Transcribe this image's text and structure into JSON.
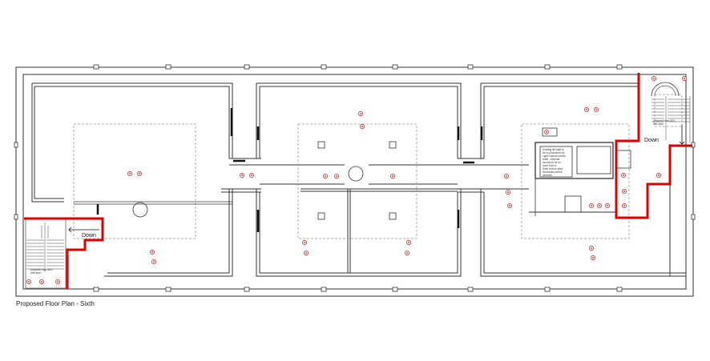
{
  "plan": {
    "caption": "Proposed Floor Plan - Sixth",
    "stair_left_label": "Down",
    "stair_right_label": "Down",
    "stair_left_note_lines": [
      "proposed stair ADU",
      "new stair"
    ],
    "stair_right_note_lines": [
      "proposed stair ADU",
      "new stair"
    ],
    "riser_note_lines": [
      "Existing lift shaft to",
      "be re-purposed into",
      "Light/ natural smoke",
      "shaft - external",
      "louvred to be no",
      "more than a",
      "Sixth of floor area",
      "Necessary where",
      "services"
    ],
    "colors": {
      "wall": "#333333",
      "fire_line": "#e00000",
      "marker": "#d01010",
      "dashed": "#999999"
    }
  }
}
